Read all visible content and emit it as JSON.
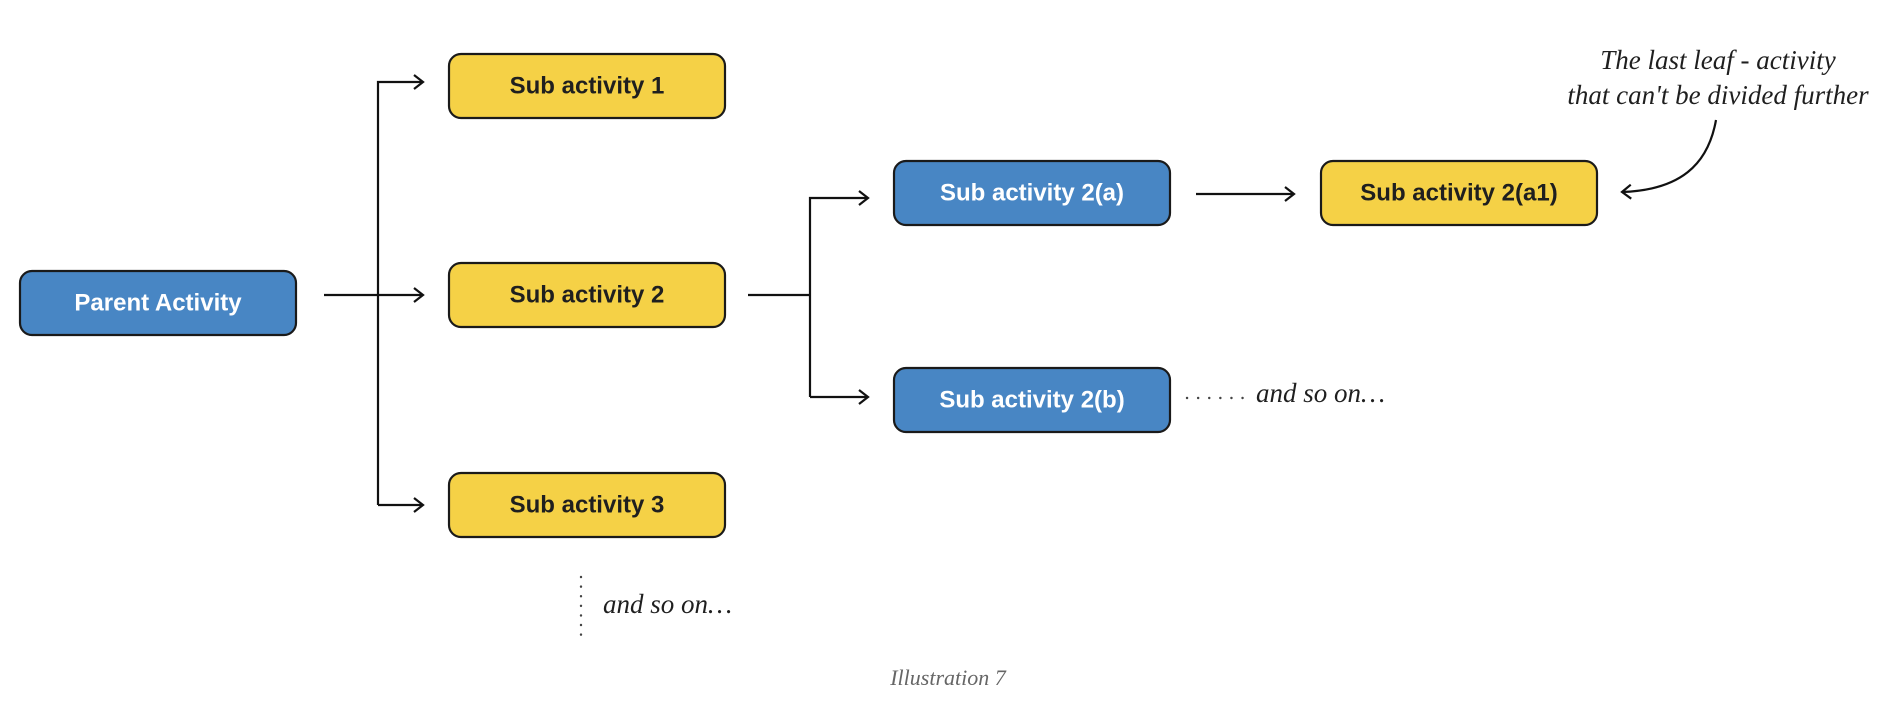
{
  "colors": {
    "blue": "#4886c4",
    "yellow": "#f5d146",
    "border": "#1a1a1a"
  },
  "nodes": {
    "parent": {
      "label": "Parent Activity",
      "color": "blue"
    },
    "sub1": {
      "label": "Sub activity 1",
      "color": "yellow"
    },
    "sub2": {
      "label": "Sub activity 2",
      "color": "yellow"
    },
    "sub3": {
      "label": "Sub activity 3",
      "color": "yellow"
    },
    "sub2a": {
      "label": "Sub activity 2(a)",
      "color": "blue"
    },
    "sub2b": {
      "label": "Sub activity 2(b)",
      "color": "blue"
    },
    "sub2a1": {
      "label": "Sub activity 2(a1)",
      "color": "yellow"
    }
  },
  "annotations": {
    "leaf_note_line1": "The last leaf - activity",
    "leaf_note_line2": "that can't be divided further",
    "and_so_on_vertical": "and so on…",
    "and_so_on_horizontal": "and so on…"
  },
  "caption": "Illustration 7"
}
